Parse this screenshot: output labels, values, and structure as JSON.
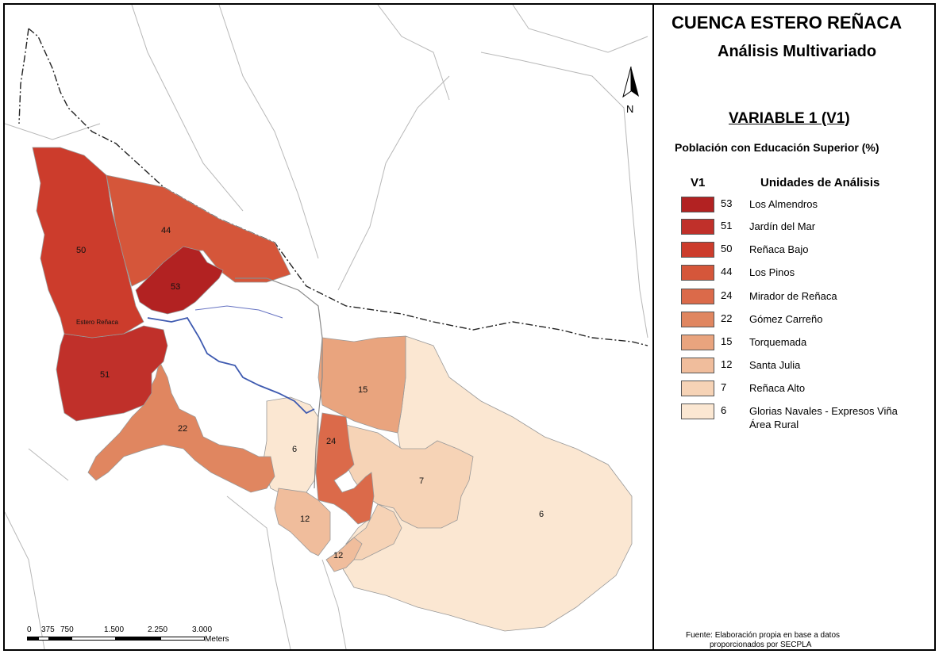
{
  "title": "CUENCA ESTERO REÑACA",
  "subtitle": "Análisis Multivariado",
  "variable_title": "VARIABLE 1 (V1)",
  "variable_desc": "Población con Educación Superior (%)",
  "legend_headers": {
    "v1": "V1",
    "units": "Unidades de Análisis"
  },
  "legend": [
    {
      "value": "53",
      "name": "Los Almendros",
      "color": "#b22222"
    },
    {
      "value": "51",
      "name": "Jardín del Mar",
      "color": "#c0302a"
    },
    {
      "value": "50",
      "name": "Reñaca Bajo",
      "color": "#cc3c2c"
    },
    {
      "value": "44",
      "name": "Los Pinos",
      "color": "#d5563a"
    },
    {
      "value": "24",
      "name": "Mirador de Reñaca",
      "color": "#db6a4a"
    },
    {
      "value": "22",
      "name": "Gómez Carreño",
      "color": "#e08660"
    },
    {
      "value": "15",
      "name": "Torquemada",
      "color": "#e9a47e"
    },
    {
      "value": "12",
      "name": "Santa Julia",
      "color": "#f0bd9c"
    },
    {
      "value": "7",
      "name": "Reñaca Alto",
      "color": "#f6d3b6"
    },
    {
      "value": "6",
      "name": "Glorias Navales - Expresos Viña",
      "name2": "Área Rural",
      "color": "#fbe7d2"
    }
  ],
  "source_line1": "Fuente: Elaboración propia en base a datos",
  "source_line2": "proporcionados por SECPLA",
  "north_label": "N",
  "map": {
    "stream_label": "Estero Reñaca",
    "labels": {
      "los_almendros": "53",
      "jardin_del_mar": "51",
      "renaca_bajo": "50",
      "los_pinos": "44",
      "mirador": "24",
      "gomez_carreno": "22",
      "torquemada": "15",
      "santa_julia_a": "12",
      "santa_julia_b": "12",
      "renaca_alto": "7",
      "glorias_navales": "6",
      "area_rural": "6"
    }
  },
  "scale": {
    "ticks": [
      "0",
      "375",
      "750",
      "1.500",
      "2.250",
      "3.000"
    ],
    "unit": "Meters"
  }
}
